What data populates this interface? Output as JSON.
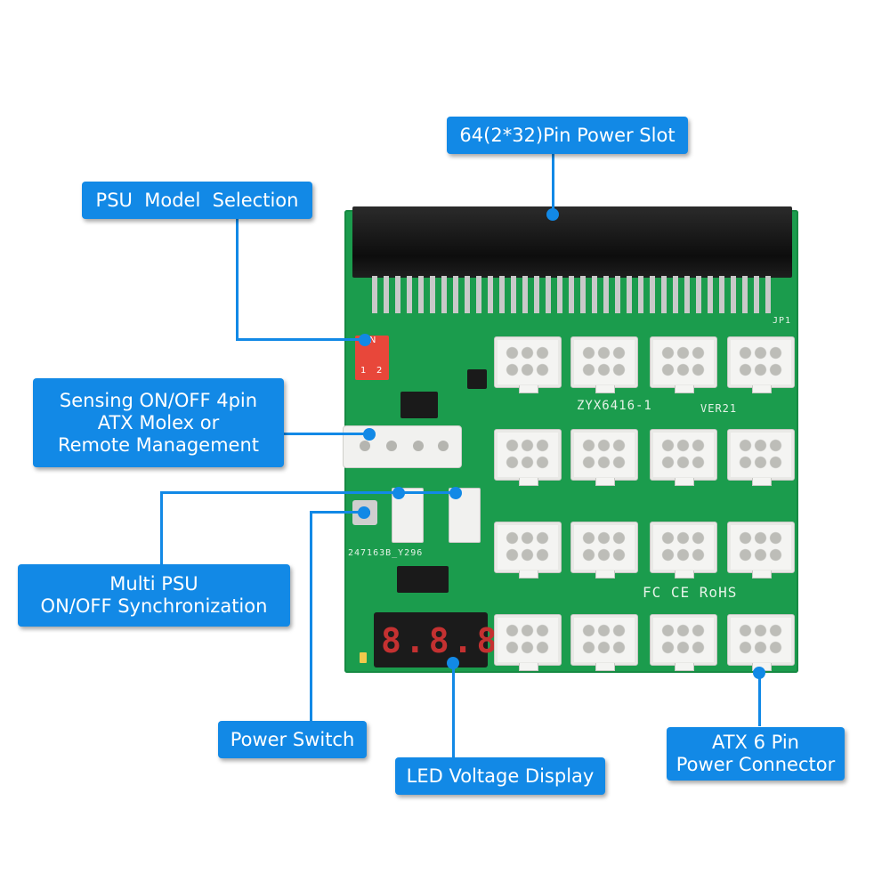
{
  "labels": {
    "power_slot": "64(2*32)Pin Power Slot",
    "psu_model": "PSU  Model  Selection",
    "sensing": "Sensing ON/OFF 4pin\nATX Molex or\nRemote Management",
    "multi_psu": "Multi PSU\nON/OFF Synchronization",
    "power_switch": "Power Switch",
    "led_display": "LED Voltage Display",
    "atx6": "ATX 6 Pin\nPower Connector"
  },
  "board": {
    "model": "ZYX6416-1",
    "version": "VER21",
    "jp1": "JP1",
    "code": "247163B_Y296",
    "dip_on": "ON",
    "dip_1": "1",
    "dip_2": "2",
    "led_text": "8.8.8",
    "marks": "FC  CE  RoHS"
  },
  "colors": {
    "accent": "#1289e6",
    "pcb": "#1b9c4d",
    "led": "#c43131"
  }
}
